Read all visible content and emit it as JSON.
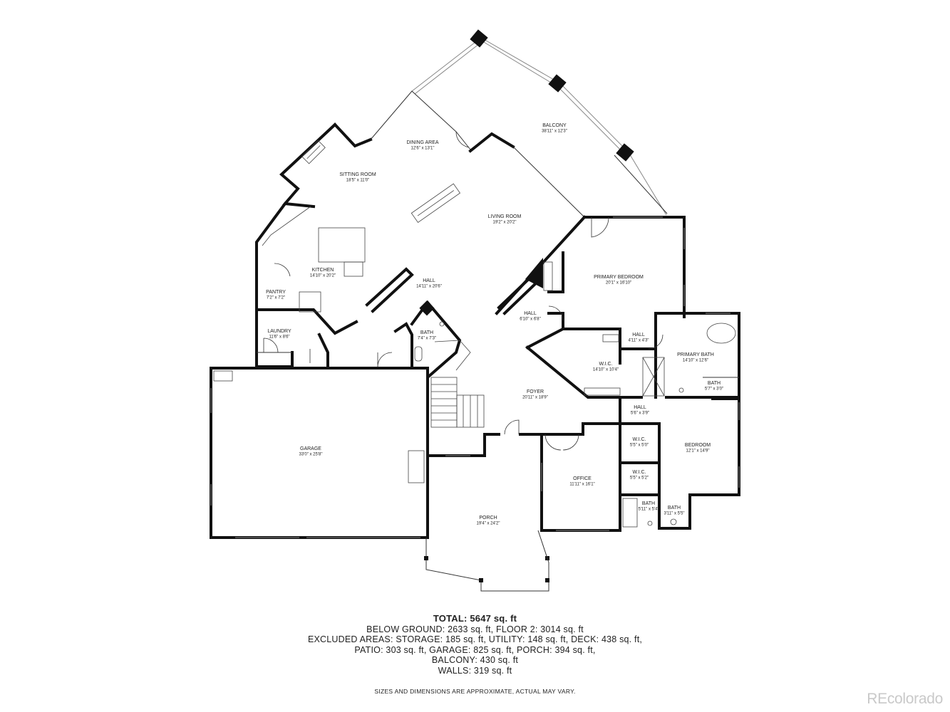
{
  "rooms": [
    {
      "name": "BALCONY",
      "dims": "38'11\" x 12'3\""
    },
    {
      "name": "DINING AREA",
      "dims": "12'6\" x 13'1\""
    },
    {
      "name": "SITTING ROOM",
      "dims": "18'5\" x 11'0\""
    },
    {
      "name": "LIVING ROOM",
      "dims": "19'2\" x 20'2\""
    },
    {
      "name": "KITCHEN",
      "dims": "14'10\" x 20'2\""
    },
    {
      "name": "PANTRY",
      "dims": "7'2\" x 7'2\""
    },
    {
      "name": "HALL",
      "dims": "14'11\" x 20'6\""
    },
    {
      "name": "LAUNDRY",
      "dims": "11'6\" x 8'6\""
    },
    {
      "name": "BATH",
      "dims": "7'4\" x 7'3\""
    },
    {
      "name": "HALL",
      "dims": "6'10\" x 6'8\""
    },
    {
      "name": "PRIMARY BEDROOM",
      "dims": "20'1\" x 16'10\""
    },
    {
      "name": "HALL",
      "dims": "4'11\" x 4'3\""
    },
    {
      "name": "PRIMARY BATH",
      "dims": "14'10\" x 12'6\""
    },
    {
      "name": "W.I.C.",
      "dims": "14'10\" x 10'4\""
    },
    {
      "name": "BATH",
      "dims": "5'7\" x 3'0\""
    },
    {
      "name": "FOYER",
      "dims": "20'11\" x 18'9\""
    },
    {
      "name": "HALL",
      "dims": "5'6\" x 3'9\""
    },
    {
      "name": "GARAGE",
      "dims": "33'0\" x 25'8\""
    },
    {
      "name": "W.I.C.",
      "dims": "5'5\" x 5'0\""
    },
    {
      "name": "BEDROOM",
      "dims": "12'1\" x 14'9\""
    },
    {
      "name": "W.I.C.",
      "dims": "5'5\" x 5'2\""
    },
    {
      "name": "OFFICE",
      "dims": "11'11\" x 16'1\""
    },
    {
      "name": "BATH",
      "dims": "5'11\" x 5'4\""
    },
    {
      "name": "BATH",
      "dims": "3'11\" x 5'5\""
    },
    {
      "name": "PORCH",
      "dims": "19'4\" x 24'2\""
    }
  ],
  "summary": {
    "total": "TOTAL: 5647 sq. ft",
    "lines": [
      "BELOW GROUND: 2633 sq. ft, FLOOR 2: 3014 sq. ft",
      "EXCLUDED AREAS: STORAGE: 185 sq. ft, UTILITY: 148 sq. ft, DECK: 438 sq. ft,",
      "PATIO: 303 sq. ft, GARAGE: 825 sq. ft, PORCH: 394 sq. ft,",
      "BALCONY: 430 sq. ft",
      "WALLS: 319 sq. ft"
    ]
  },
  "disclaimer": "SIZES AND DIMENSIONS ARE APPROXIMATE, ACTUAL MAY VARY.",
  "brand": "REcolorado"
}
